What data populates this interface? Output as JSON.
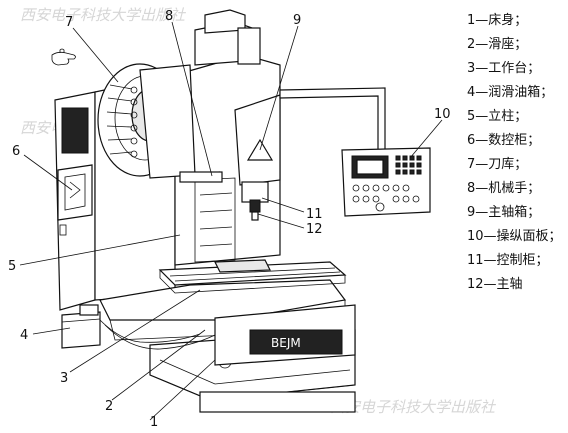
{
  "watermark": [
    "西安电子科技大学出版社",
    "西安电子科技大学出版社",
    "西安电子科技大学出版社"
  ],
  "brand_plate": "BEJM",
  "callouts": [
    "1",
    "2",
    "3",
    "4",
    "5",
    "6",
    "7",
    "8",
    "9",
    "10",
    "11",
    "12"
  ],
  "legend": [
    "1—床身；",
    "2—滑座；",
    "3—工作台；",
    "4—润滑油箱；",
    "5—立柱；",
    "6—数控柜；",
    "7—刀库；",
    "8—机械手；",
    "9—主轴箱；",
    "10—操纵面板；",
    "11—控制柜；",
    "12—主轴"
  ]
}
